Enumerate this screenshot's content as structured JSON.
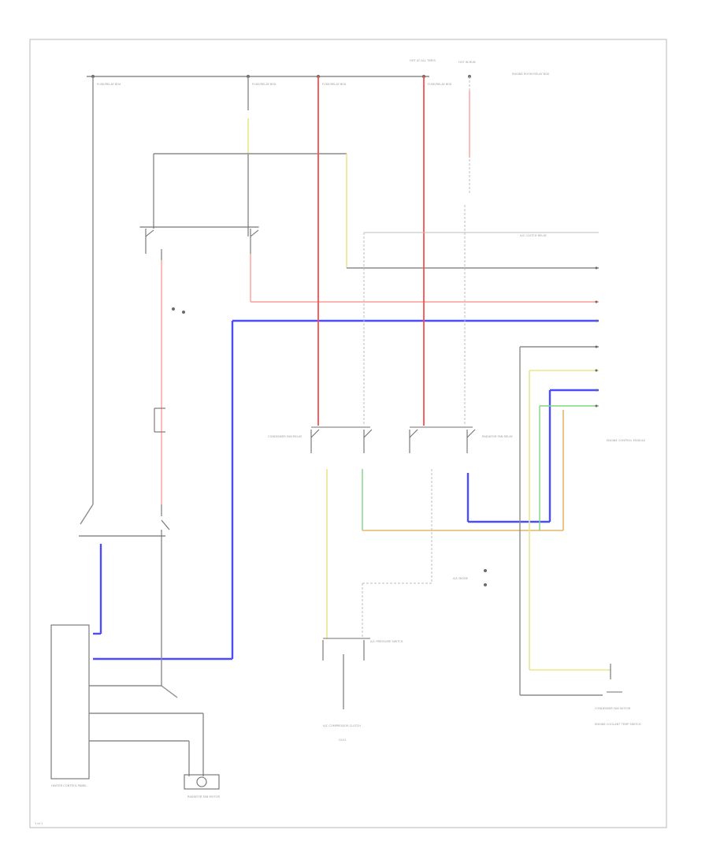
{
  "diagram": {
    "page_ref": "1 of 1",
    "wire_colors": {
      "black": "#8c8c8c",
      "red": "#ff4d4d",
      "pink": "#ff9c9c",
      "blue": "#4b4bff",
      "yellow": "#e8e88a",
      "green": "#7fd67f",
      "orange": "#e6b66a",
      "gray": "#bdbdbd"
    },
    "labels": {
      "fuse_left": "FUSE/RELAY BOX",
      "fuse_mid1": "FUSE/RELAY BOX",
      "fuse_mid2": "FUSE/RELAY BOX",
      "fuse_mid3": "FUSE/RELAY BOX",
      "hot_at_all_times": "HOT AT ALL TIMES",
      "hot_in_run": "HOT IN RUN",
      "engine_room": "ENGINE ROOM RELAY BOX",
      "relay_top_right": "A/C CLUTCH RELAY",
      "relay_mid_left": "CONDENSER FAN RELAY",
      "relay_mid_right": "RADIATOR FAN RELAY",
      "relay_lower_left": "A/C PRESSURE SWITCH",
      "ecm_right": "ENGINE CONTROL MODULE",
      "fan_left": "RADIATOR FAN MOTOR",
      "fan_right": "CONDENSER FAN MOTOR",
      "sensor_right": "ENGINE COOLANT TEMP SWITCH",
      "compressor": "A/C COMPRESSOR CLUTCH",
      "heater_control": "HEATER CONTROL PANEL",
      "diode": "A/C DIODE",
      "ground_note": "G101"
    }
  }
}
